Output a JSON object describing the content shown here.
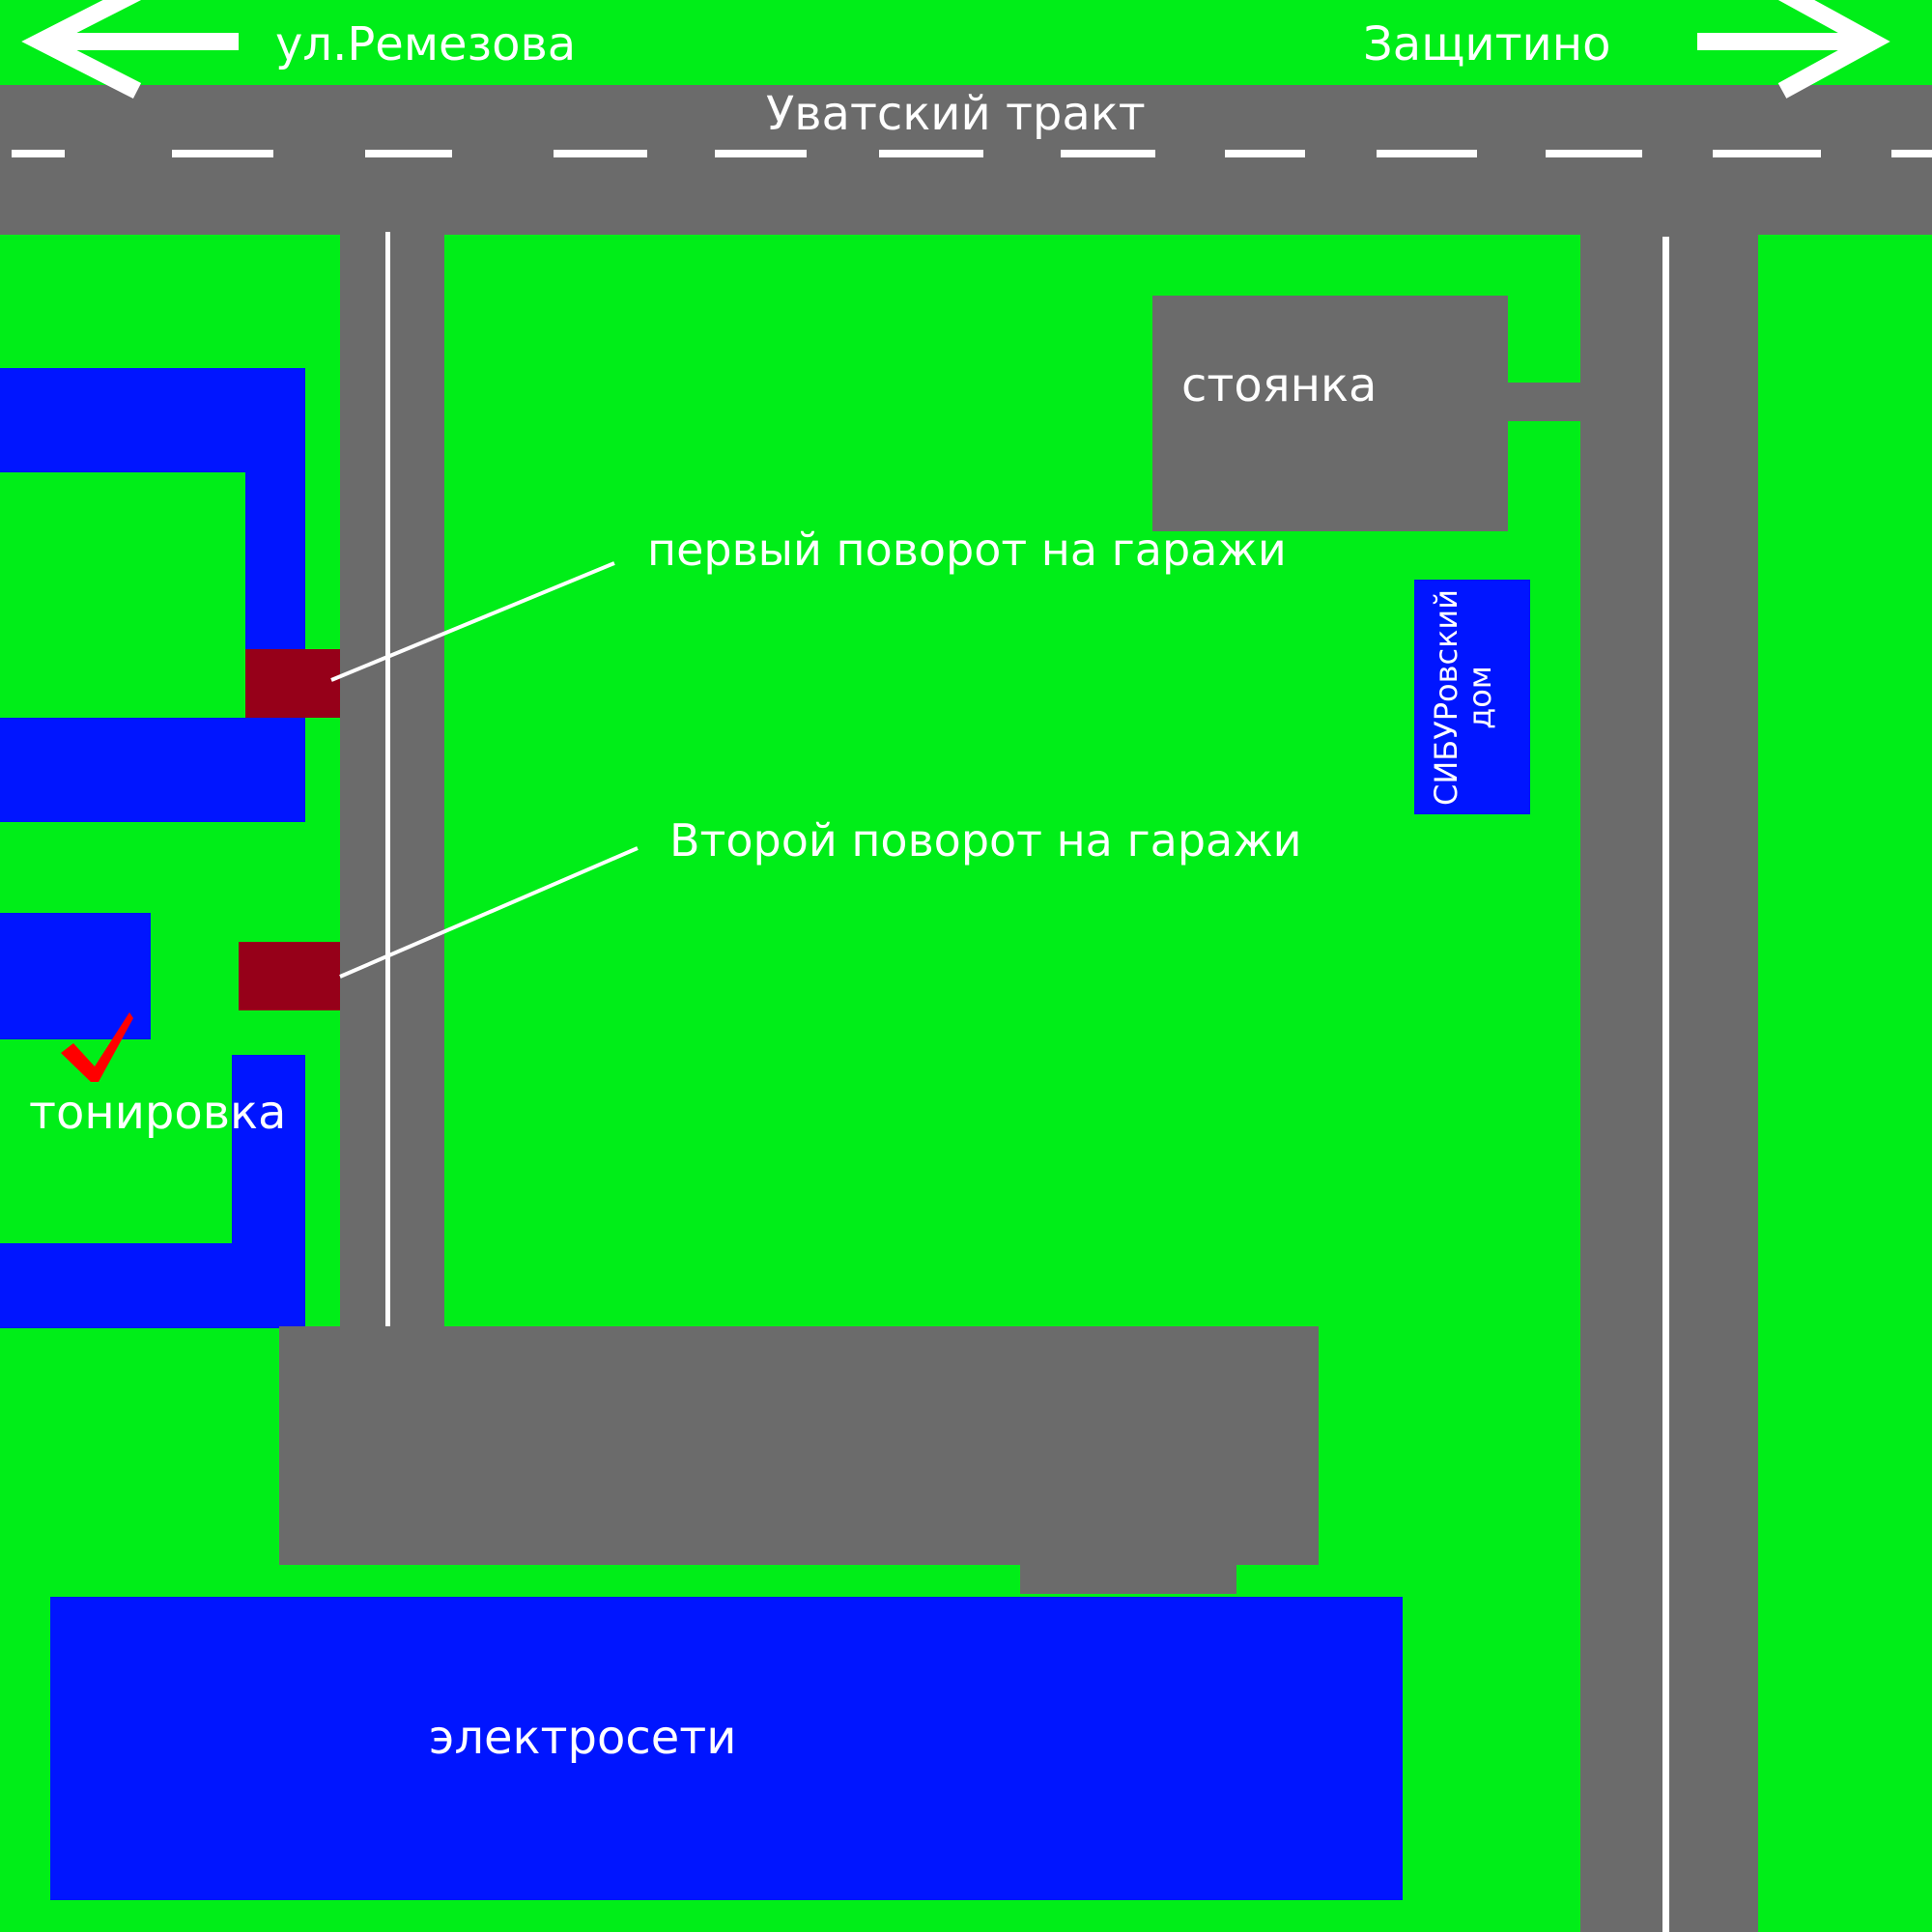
{
  "colors": {
    "grass": "#00ee18",
    "road": "#6b6b6b",
    "building": "#0015ff",
    "turn_marker": "#960019",
    "line": "#ffffff",
    "checkmark": "#ff0000"
  },
  "directions": {
    "left_label": "ул.Ремезова",
    "left_icon": "arrow-left-icon",
    "right_label": "Защитино",
    "right_icon": "arrow-right-icon"
  },
  "roads": {
    "main_road_label": "Уватский тракт"
  },
  "places": {
    "parking_label": "стоянка",
    "sibur_house_line1": "СИБУРовский",
    "sibur_house_line2": "дом",
    "tinting_label": "тонировка",
    "tinting_icon": "checkmark-icon",
    "power_grid_label": "электросети"
  },
  "callouts": {
    "first_turn": "первый поворот на гаражи",
    "second_turn": "Второй поворот на гаражи"
  }
}
